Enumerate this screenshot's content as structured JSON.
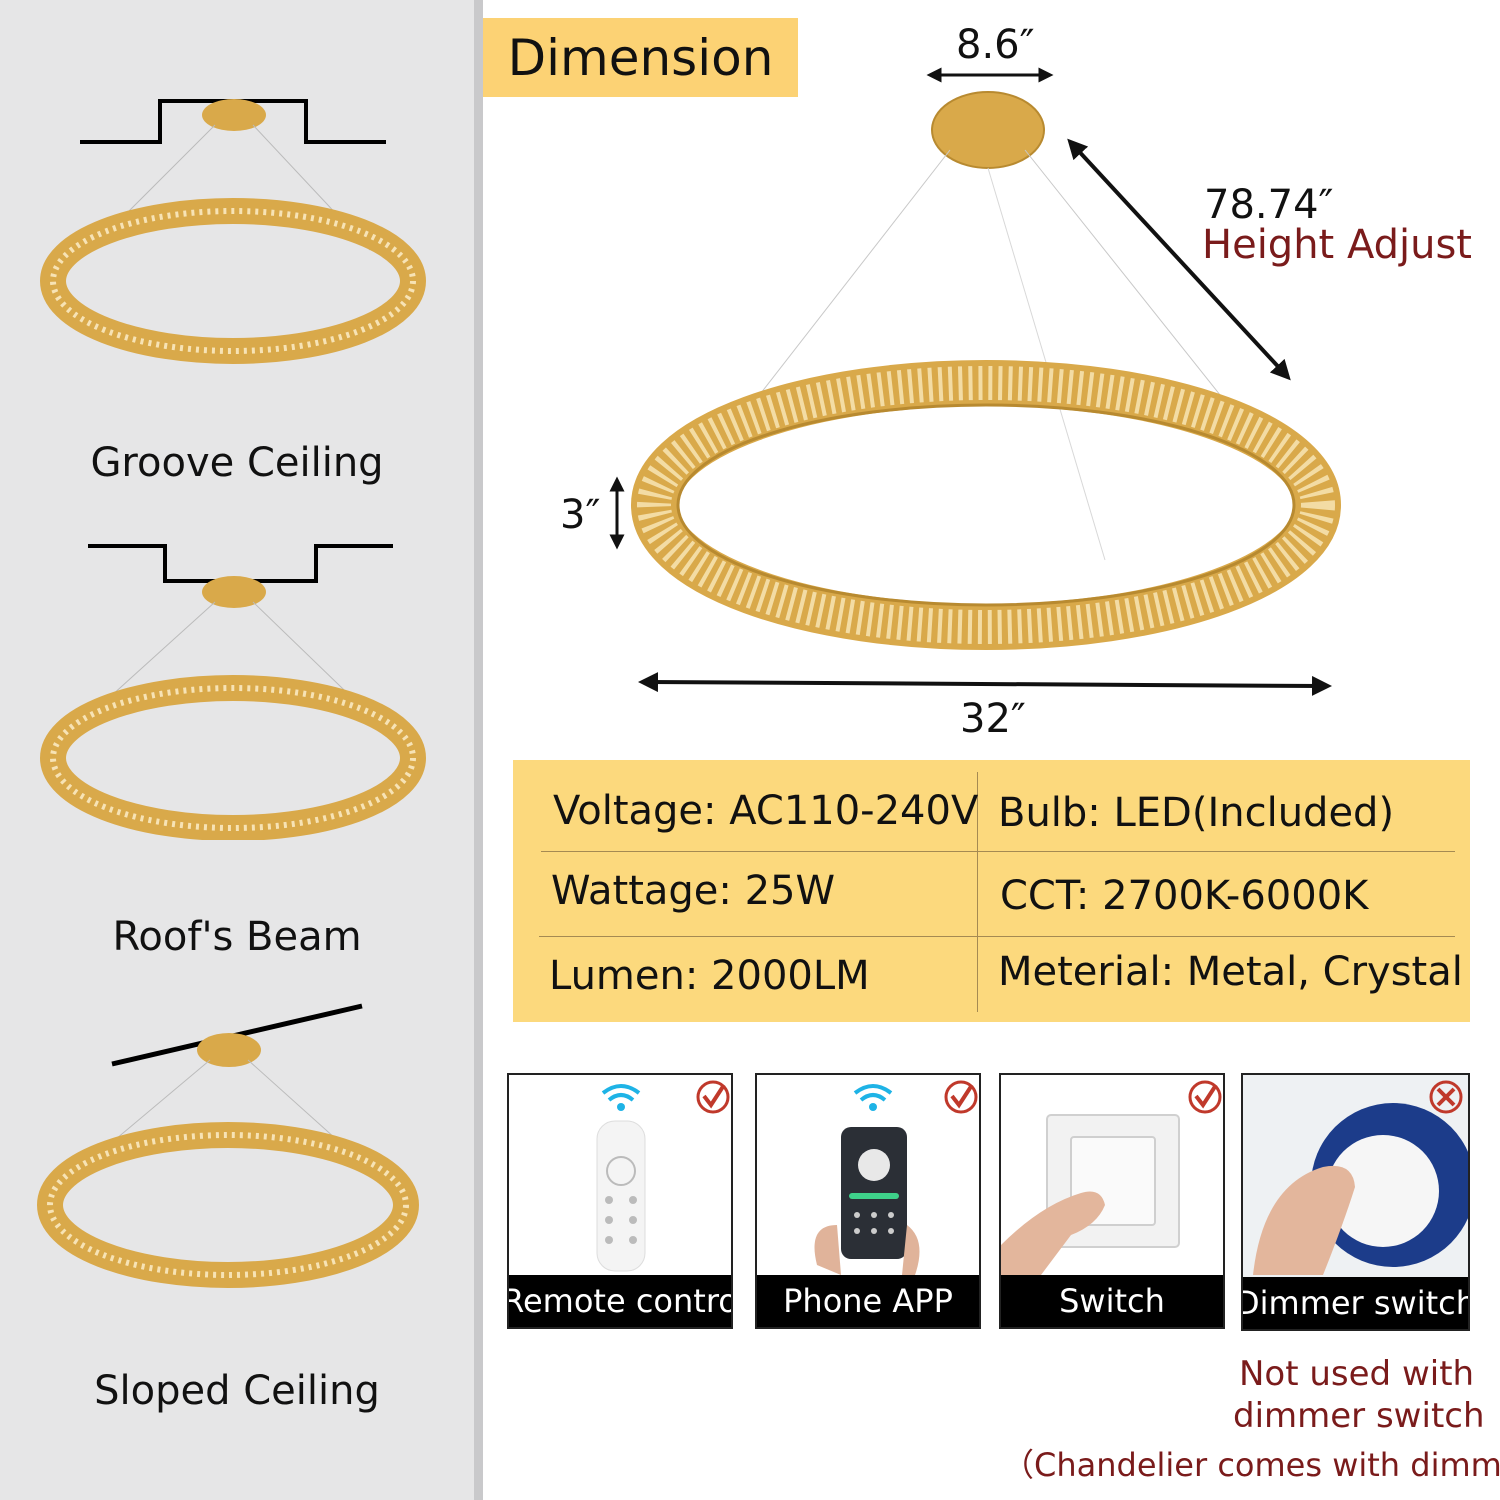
{
  "mounting": [
    {
      "label": "Groove Ceiling"
    },
    {
      "label": "Roof's Beam"
    },
    {
      "label": "Sloped Ceiling"
    }
  ],
  "dimension": {
    "title": "Dimension",
    "canopy_width": "8.6″",
    "height": "78.74″",
    "height_label": "Height Adjust",
    "ring_height": "3″",
    "diameter": "32″"
  },
  "specs": {
    "voltage": "Voltage: AC110-240V",
    "bulb": "Bulb: LED(Included)",
    "wattage": "Wattage: 25W",
    "cct": "CCT: 2700K-6000K",
    "lumen": "Lumen: 2000LM",
    "material": "Meterial: Metal, Crystal"
  },
  "controls": [
    {
      "label": "Remote contro",
      "supported": true
    },
    {
      "label": "Phone APP",
      "supported": true
    },
    {
      "label": "Switch",
      "supported": true
    },
    {
      "label": "Dimmer switch",
      "supported": false
    }
  ],
  "note": {
    "line1": "Not used with",
    "line2": "dimmer switch",
    "line3": "（Chandelier comes with dimmer)"
  },
  "colors": {
    "gold": "#d9a94a",
    "title_bg": "#fcd274",
    "spec_bg": "#fcd97d",
    "accent_red": "#7a1b1b",
    "check_red": "#c0392b"
  }
}
